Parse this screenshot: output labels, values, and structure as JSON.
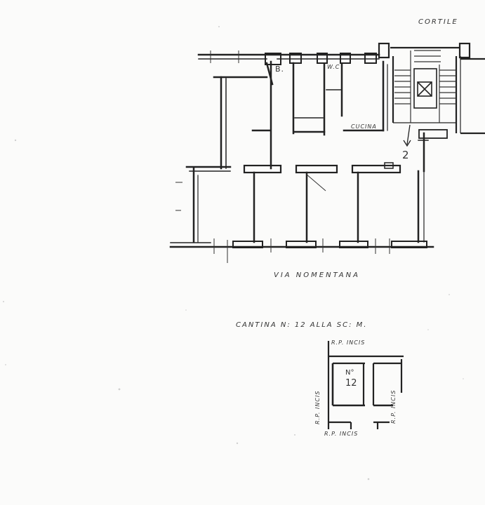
{
  "courtyard_label": "CORTILE",
  "street_label": "VIA NOMENTANA",
  "room_labels": {
    "bath": "B.",
    "wc": "W.C",
    "kitchen": "CUCINA",
    "floor_number": "2"
  },
  "cellar": {
    "title": "CANTINA N: 12 ALLA SC: M.",
    "unit_label": "N°",
    "unit_number": "12",
    "border_top": "R.P. INCIS",
    "border_left": "R.P. INCIS",
    "border_right": "R.P. INCIS",
    "border_bottom": "R.P. INCIS"
  }
}
